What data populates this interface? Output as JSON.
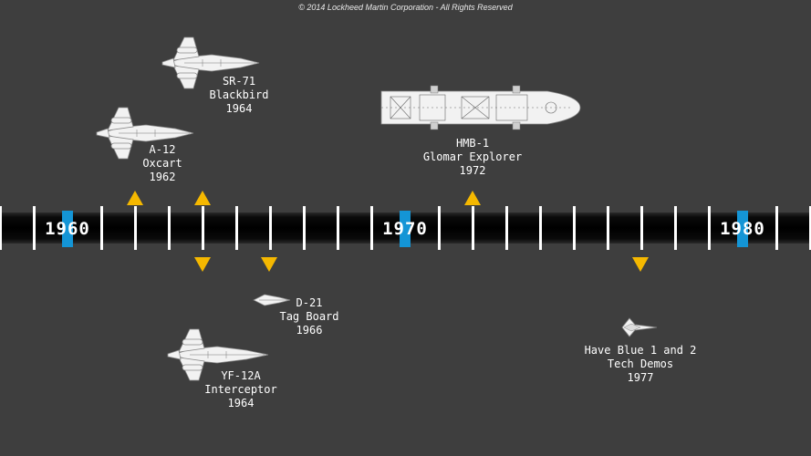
{
  "copyright": "© 2014 Lockheed Martin Corporation - All Rights Reserved",
  "timeline": {
    "years": [
      "1960",
      "1970",
      "1980"
    ],
    "start_year": 1958,
    "end_year": 1982
  },
  "events": [
    {
      "id": "sr71",
      "year": 1964,
      "side": "above",
      "lines": [
        "SR-71",
        "Blackbird",
        "1964"
      ],
      "icon": "sr71-blackbird-icon"
    },
    {
      "id": "a12",
      "year": 1962,
      "side": "above",
      "lines": [
        "A-12",
        "Oxcart",
        "1962"
      ],
      "icon": "a12-oxcart-icon"
    },
    {
      "id": "hmb1",
      "year": 1972,
      "side": "above",
      "lines": [
        "HMB-1",
        "Glomar Explorer",
        "1972"
      ],
      "icon": "hmb1-barge-icon"
    },
    {
      "id": "yf12a",
      "year": 1964,
      "side": "below",
      "lines": [
        "YF-12A",
        "Interceptor",
        "1964"
      ],
      "icon": "yf12a-interceptor-icon"
    },
    {
      "id": "d21",
      "year": 1966,
      "side": "below",
      "lines": [
        "D-21",
        "Tag Board",
        "1966"
      ],
      "icon": "d21-drone-icon"
    },
    {
      "id": "haveblue",
      "year": 1977,
      "side": "below",
      "lines": [
        "Have Blue 1 and 2",
        "Tech Demos",
        "1977"
      ],
      "icon": "have-blue-icon"
    }
  ],
  "colors": {
    "background": "#3e3e3e",
    "year_marker": "#1495d6",
    "pointer": "#f5b800"
  }
}
